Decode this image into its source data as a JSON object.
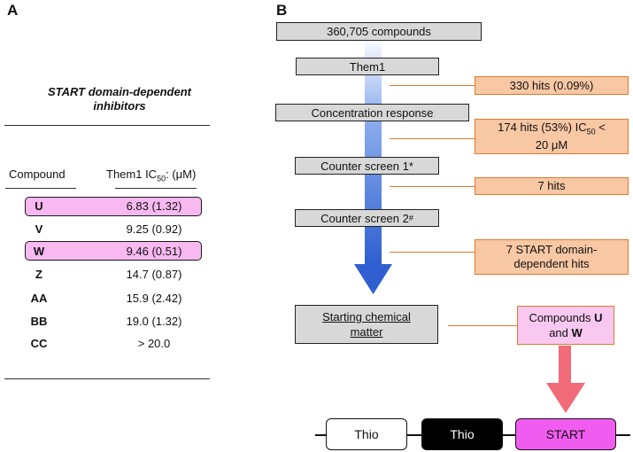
{
  "panel_a": {
    "label": "A",
    "title_line1": "START domain-dependent",
    "title_line2": "inhibitors",
    "col_compound": "Compound",
    "col_value_prefix": "Them1 IC",
    "col_value_sub": "50",
    "col_value_suffix": ": (μM)",
    "rows": [
      {
        "compound": "U",
        "value": "6.83 (1.32)",
        "highlight": true
      },
      {
        "compound": "V",
        "value": "9.25 (0.92)",
        "highlight": false
      },
      {
        "compound": "W",
        "value": "9.46 (0.51)",
        "highlight": true
      },
      {
        "compound": "Z",
        "value": "14.7 (0.87)",
        "highlight": false
      },
      {
        "compound": "AA",
        "value": "15.9 (2.42)",
        "highlight": false
      },
      {
        "compound": "BB",
        "value": "19.0 (1.32)",
        "highlight": false
      },
      {
        "compound": "CC",
        "value": "> 20.0",
        "highlight": false
      }
    ]
  },
  "panel_b": {
    "label": "B",
    "steps": {
      "compounds": "360,705 compounds",
      "them1": "Them1",
      "concentration": "Concentration response",
      "counter1": "Counter screen 1*",
      "counter2_prefix": "Counter screen 2",
      "counter2_sup": "#",
      "starting_line1": "Starting chemical",
      "starting_line2": "matter"
    },
    "results": {
      "r1": "330 hits (0.09%)",
      "r2_prefix": "174 hits (53%) IC",
      "r2_sub": "50",
      "r2_suffix": " <",
      "r2_line2": "20 μM",
      "r3": "7 hits",
      "r4_line1": "7 START domain-",
      "r4_line2": "dependent hits",
      "final_prefix": "Compounds ",
      "final_u": "U",
      "final_and": "and ",
      "final_w": "W"
    },
    "domains": {
      "thio1": "Thio",
      "thio2": "Thio",
      "start": "START"
    }
  },
  "colors": {
    "orange": "#e07a2a",
    "blue_arrow": "#2f5fd0",
    "pink_arrow": "#f26b78",
    "pink_highlight": "#f8b8f0",
    "start_domain": "#f15cf0"
  }
}
